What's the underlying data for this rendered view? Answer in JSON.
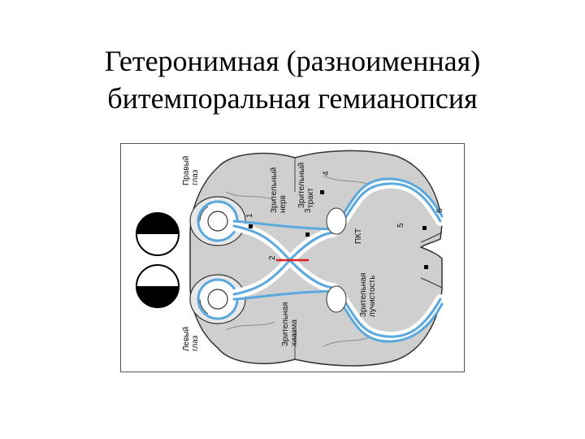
{
  "title": {
    "line1": "Гетеронимная (разноименная)",
    "line2": "битемпоральная гемианопсия"
  },
  "diagram": {
    "labels": {
      "right_eye": [
        "Правый",
        "глаз"
      ],
      "left_eye": [
        "Левый",
        "глаз"
      ],
      "optic_nerve": [
        "Зрительный",
        "нерв"
      ],
      "optic_tract": [
        "Зрительный",
        "тракт"
      ],
      "optic_chiasm": [
        "Зрительная",
        "хиазма"
      ],
      "lgn": "ПКТ",
      "optic_radiation": [
        "Зрительная",
        "лучистость"
      ]
    },
    "numbers": [
      "1",
      "2",
      "3",
      "4",
      "5",
      "6"
    ],
    "colors": {
      "pathway": "#5aa8dd",
      "lesion": "#e02020",
      "brain_fill": "#cfcfcf",
      "brain_outline": "#333333"
    },
    "icons": [
      "visual-field-right-icon",
      "visual-field-left-icon"
    ]
  }
}
